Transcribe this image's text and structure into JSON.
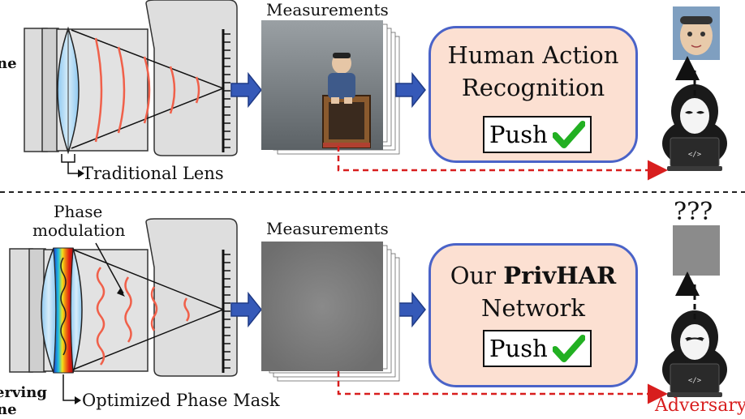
{
  "top": {
    "measurements_label": "Measurements",
    "lens_label": "Traditional Lens",
    "left_cut_label": "ne",
    "box_line1": "Human Action",
    "box_line2": "Recognition",
    "result_label": "Push"
  },
  "bottom": {
    "measurements_label": "Measurements",
    "phase_label_line1": "Phase",
    "phase_label_line2": "modulation",
    "mask_label": "Optimized Phase Mask",
    "left_cut_line1": "erving",
    "left_cut_line2": "ne",
    "box_prefix": "Our ",
    "box_bold": "PrivHAR",
    "box_line2": "Network",
    "result_label": "Push",
    "question_marks": "???",
    "adversary_label": "Adversary"
  },
  "colors": {
    "box_border": "#4a63c8",
    "box_fill": "#fce0d2",
    "arrow_blue": "#3559b8",
    "wave_red": "#f0604a",
    "dash_red": "#d81e1e",
    "check_green": "#22b022"
  },
  "icons": [
    "hacker-icon",
    "check-icon",
    "block-arrow-icon",
    "camera-icon",
    "lens-icon"
  ]
}
